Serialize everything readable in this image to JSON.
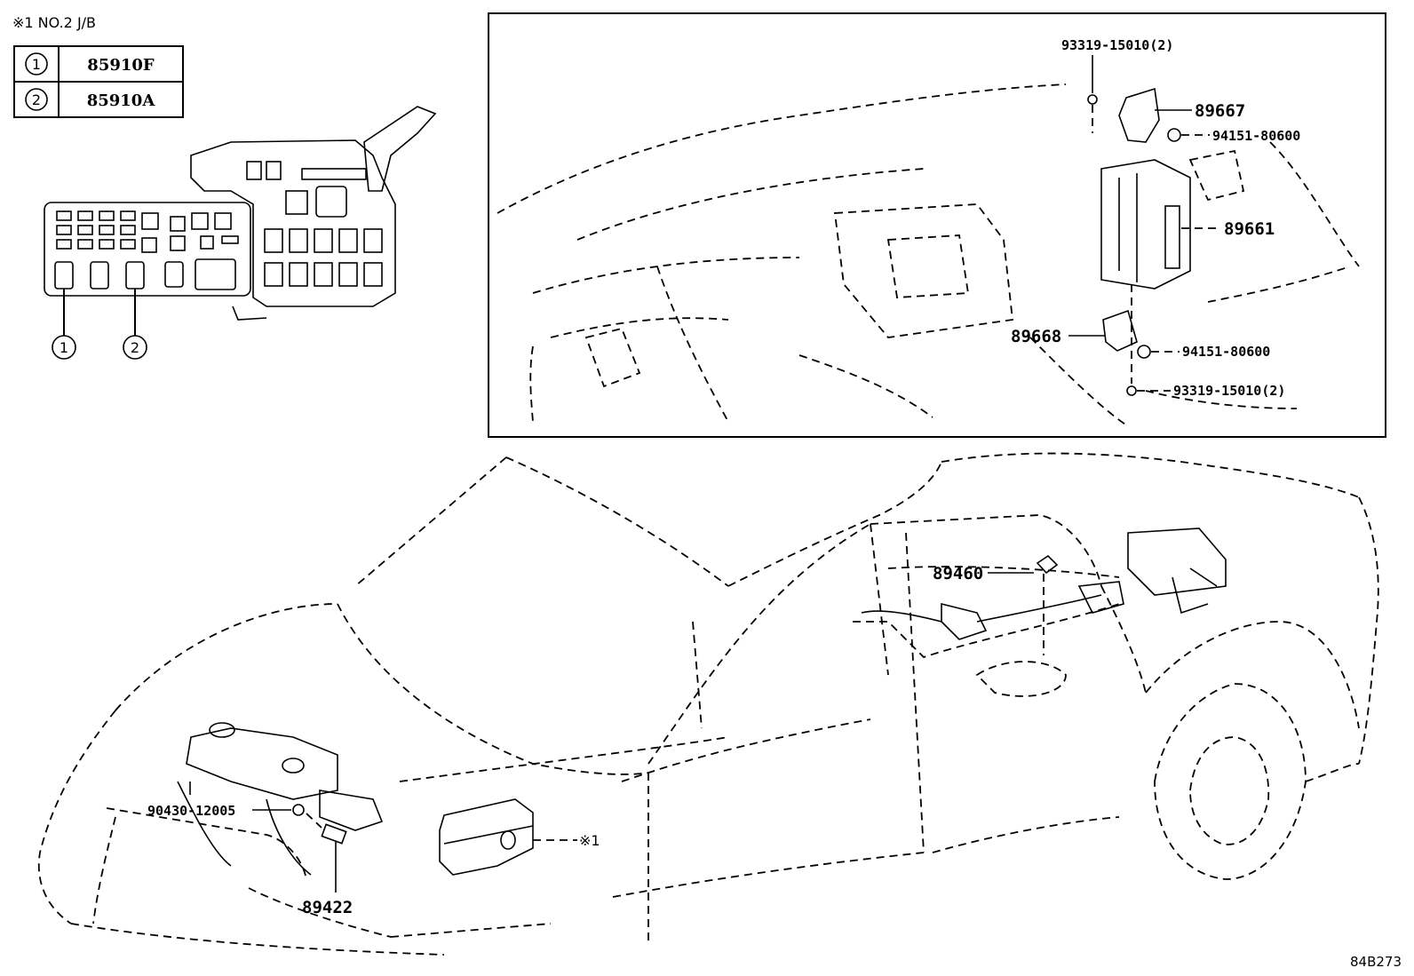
{
  "junction_block_note": "※1 NO.2 J/B",
  "fuse_table": [
    {
      "marker": "1",
      "part": "85910F"
    },
    {
      "marker": "2",
      "part": "85910A"
    }
  ],
  "callout_markers": [
    "1",
    "2"
  ],
  "inset_labels": {
    "bolt_top": "93319-15010(2)",
    "bracket_upper": "89667",
    "nut_upper": "94151-80600",
    "module": "89661",
    "bracket_lower": "89668",
    "nut_lower": "94151-80600",
    "bolt_bottom": "93319-15010(2)"
  },
  "vehicle_labels": {
    "sensor_rear": "89460",
    "clip": "90430-12005",
    "sensor_front": "89422",
    "jb_ref": "※1"
  },
  "diagram_code": "84B273"
}
